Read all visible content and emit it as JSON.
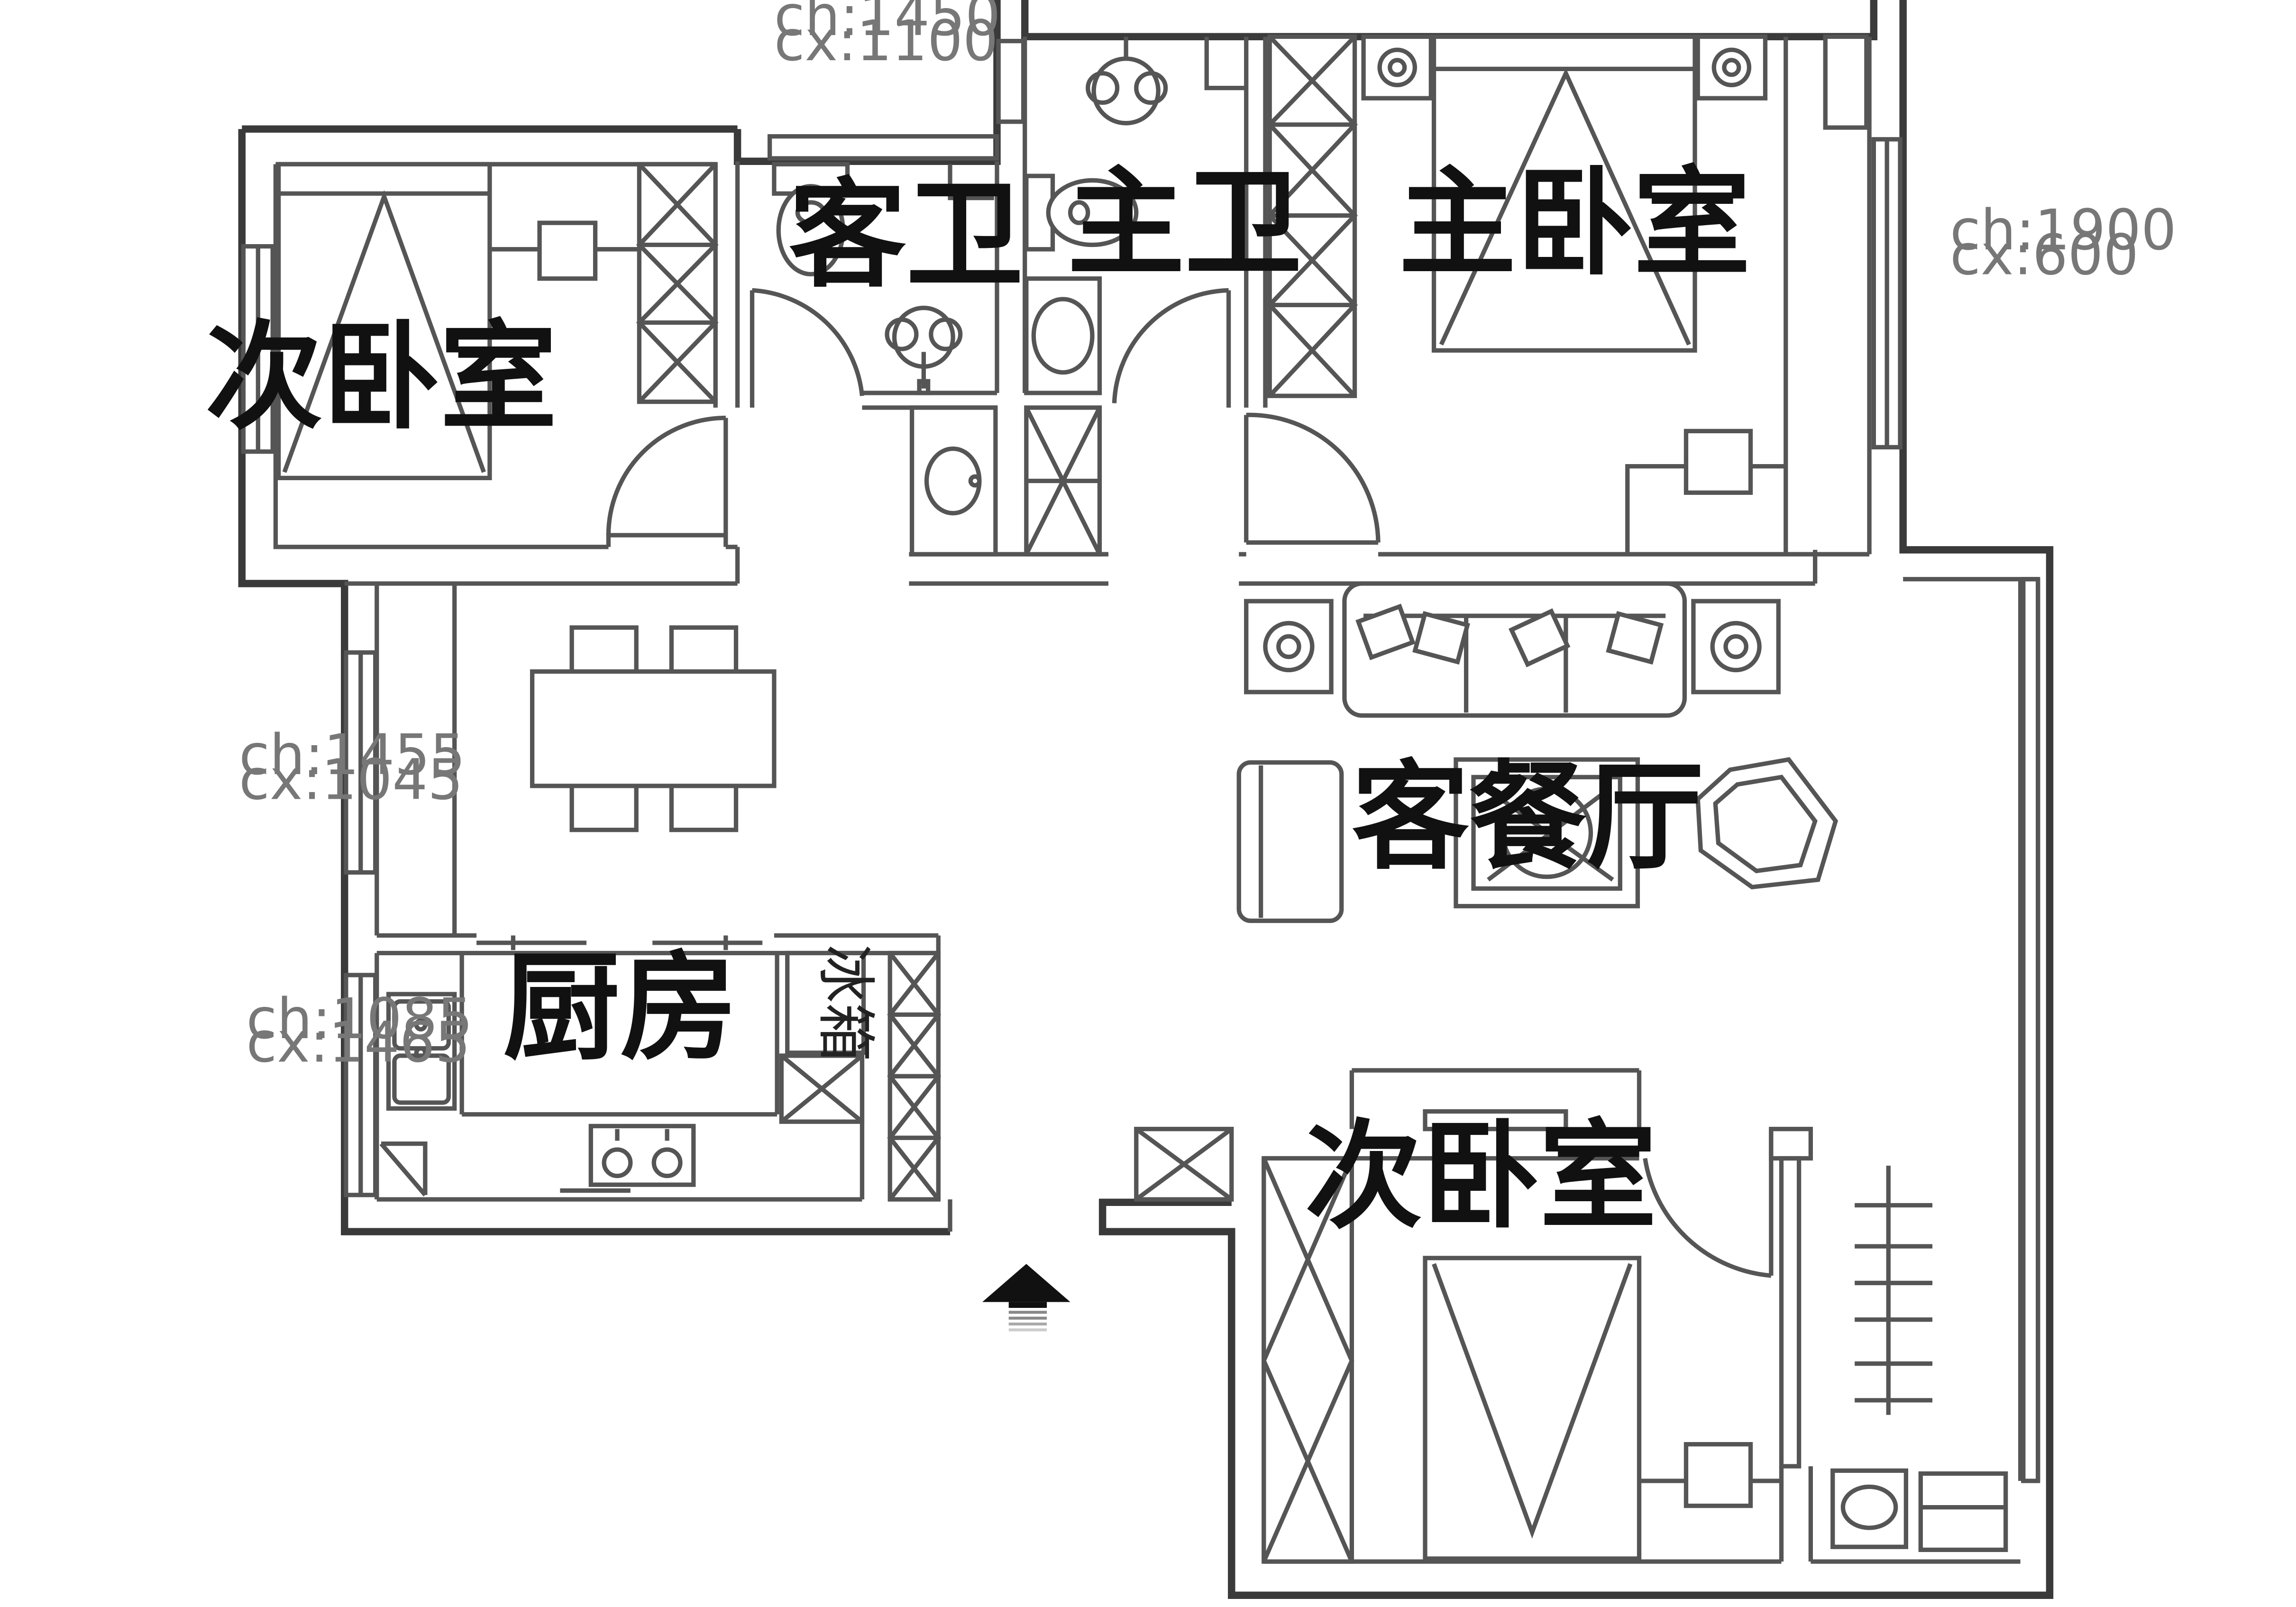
{
  "rooms": {
    "second_bedroom_nw": "次卧室",
    "guest_bath": "客卫",
    "master_bath": "主卫",
    "master_bedroom": "主卧室",
    "living_dining": "客餐厅",
    "kitchen": "厨房",
    "second_bedroom_se": "次卧室"
  },
  "appliances": {
    "fridge": "冰箱"
  },
  "dimensions": {
    "window_top": {
      "ch": "ch:1450",
      "cx": "cx:1100"
    },
    "window_right": {
      "ch": "ch:1900",
      "cx": "cx:600"
    },
    "window_left_mid": {
      "ch": "ch:1455",
      "cx": "cx:1045"
    },
    "window_left_kitchen": {
      "ch": "ch:1085",
      "cx": "cx:1465"
    }
  },
  "entrance": {
    "icon": "entrance-arrow-icon"
  }
}
